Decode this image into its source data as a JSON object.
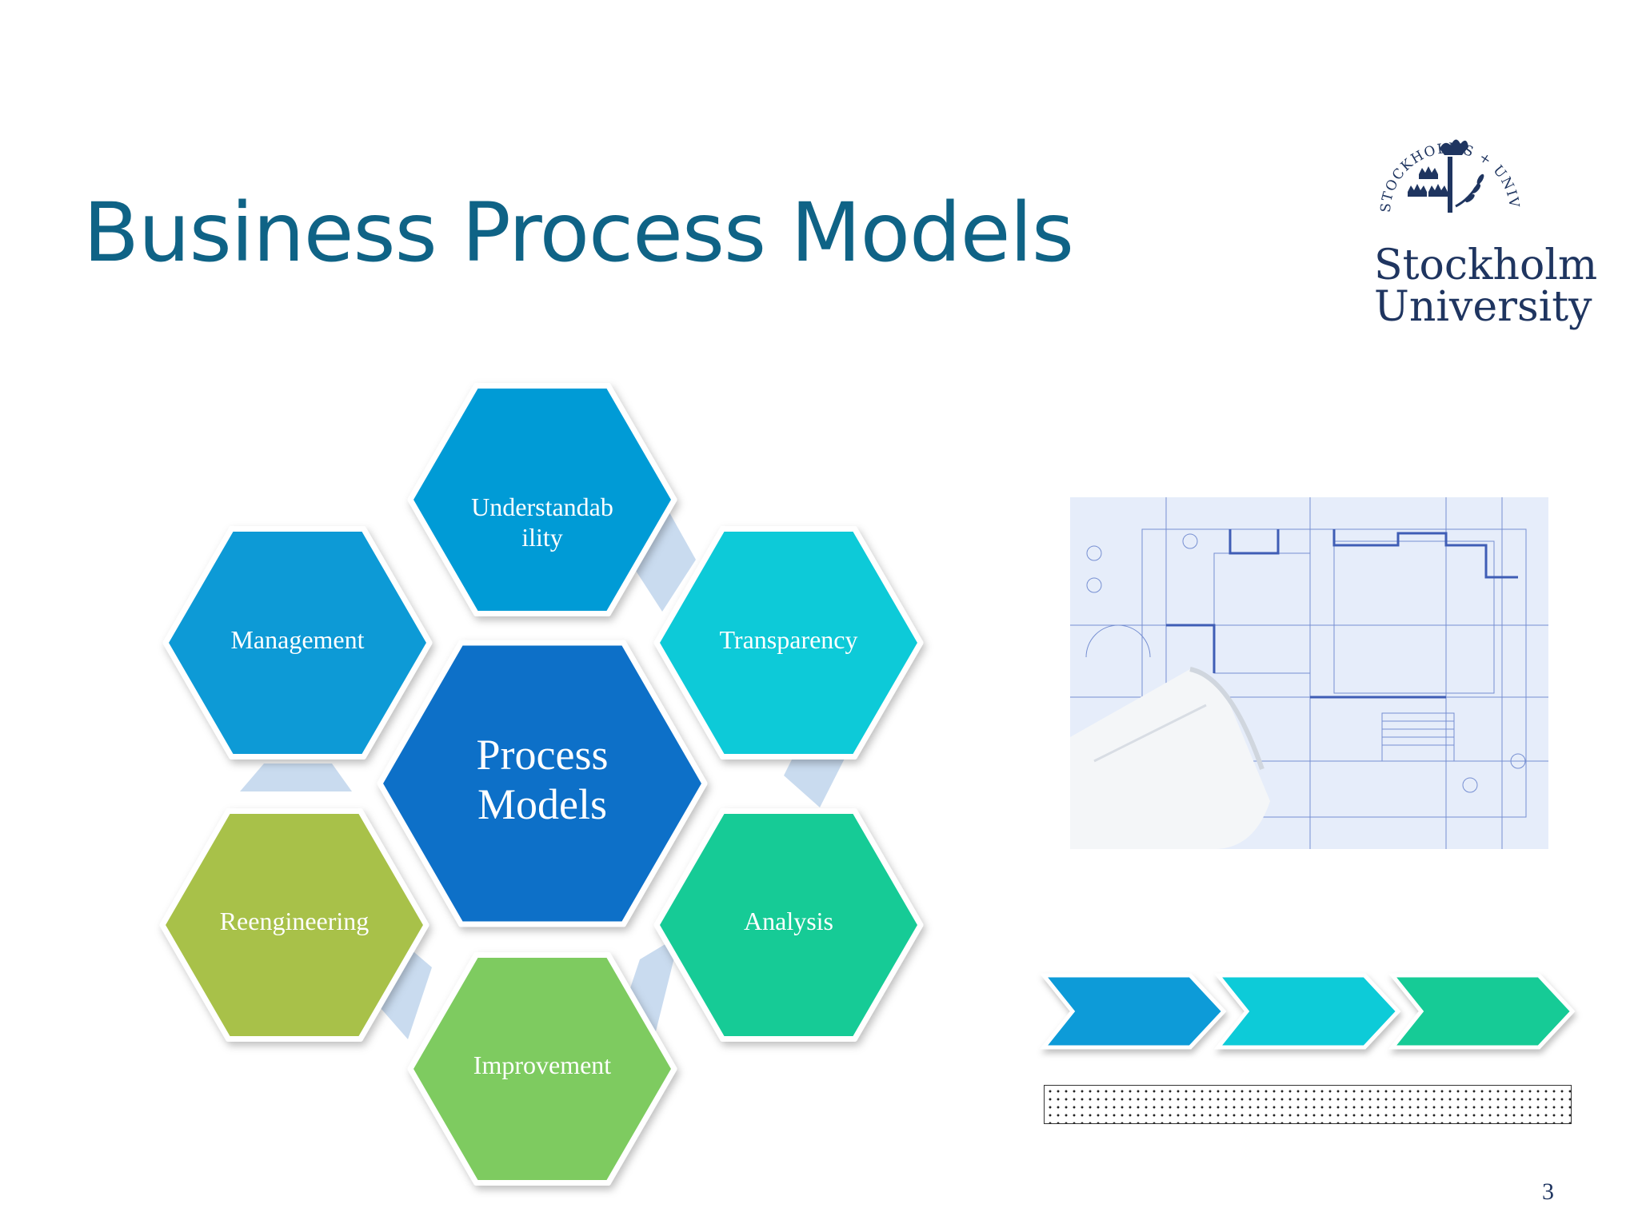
{
  "slide": {
    "title": "Business Process Models",
    "page_number": "3"
  },
  "logo": {
    "ring_text": "STOCKHOLMS + UNIVERSITET",
    "name_line1": "Stockholm",
    "name_line2": "University"
  },
  "hexagons": {
    "center": {
      "label": "Process\nModels",
      "color": "#1170c8"
    },
    "top": {
      "label": "Understandab\nility",
      "color": "#049bd6"
    },
    "upper_left": {
      "label": "Management",
      "color": "#0c9ad6"
    },
    "upper_right": {
      "label": "Transparency",
      "color": "#0dcad8"
    },
    "lower_left": {
      "label": "Reengineering",
      "color": "#a8c14a"
    },
    "lower_right": {
      "label": "Analysis",
      "color": "#16cb96"
    },
    "bottom": {
      "label": "Improvement",
      "color": "#7ecb61"
    }
  },
  "chevron_colors": [
    "#0a9bd8",
    "#0dcbd8",
    "#16cb96"
  ],
  "colors": {
    "title": "#0f6386",
    "logo": "#1f3560",
    "connector": "#c9dbef"
  }
}
